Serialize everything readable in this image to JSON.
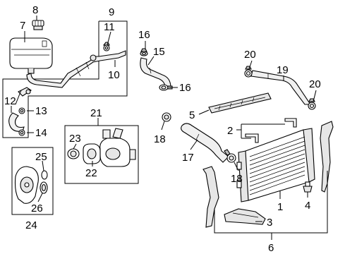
{
  "callouts": [
    {
      "id": "c1",
      "text": "1"
    },
    {
      "id": "c2",
      "text": "2"
    },
    {
      "id": "c3",
      "text": "3"
    },
    {
      "id": "c4",
      "text": "4"
    },
    {
      "id": "c5",
      "text": "5"
    },
    {
      "id": "c6",
      "text": "6"
    },
    {
      "id": "c7",
      "text": "7"
    },
    {
      "id": "c8",
      "text": "8"
    },
    {
      "id": "c9",
      "text": "9"
    },
    {
      "id": "c10",
      "text": "10"
    },
    {
      "id": "c11",
      "text": "11"
    },
    {
      "id": "c12",
      "text": "12"
    },
    {
      "id": "c13",
      "text": "13"
    },
    {
      "id": "c14",
      "text": "14"
    },
    {
      "id": "c15",
      "text": "15"
    },
    {
      "id": "c16a",
      "text": "16"
    },
    {
      "id": "c16b",
      "text": "16"
    },
    {
      "id": "c17",
      "text": "17"
    },
    {
      "id": "c18a",
      "text": "18"
    },
    {
      "id": "c18b",
      "text": "18"
    },
    {
      "id": "c19",
      "text": "19"
    },
    {
      "id": "c20a",
      "text": "20"
    },
    {
      "id": "c20b",
      "text": "20"
    },
    {
      "id": "c21",
      "text": "21"
    },
    {
      "id": "c22",
      "text": "22"
    },
    {
      "id": "c23",
      "text": "23"
    },
    {
      "id": "c24",
      "text": "24"
    },
    {
      "id": "c25",
      "text": "25"
    },
    {
      "id": "c26",
      "text": "26"
    }
  ]
}
